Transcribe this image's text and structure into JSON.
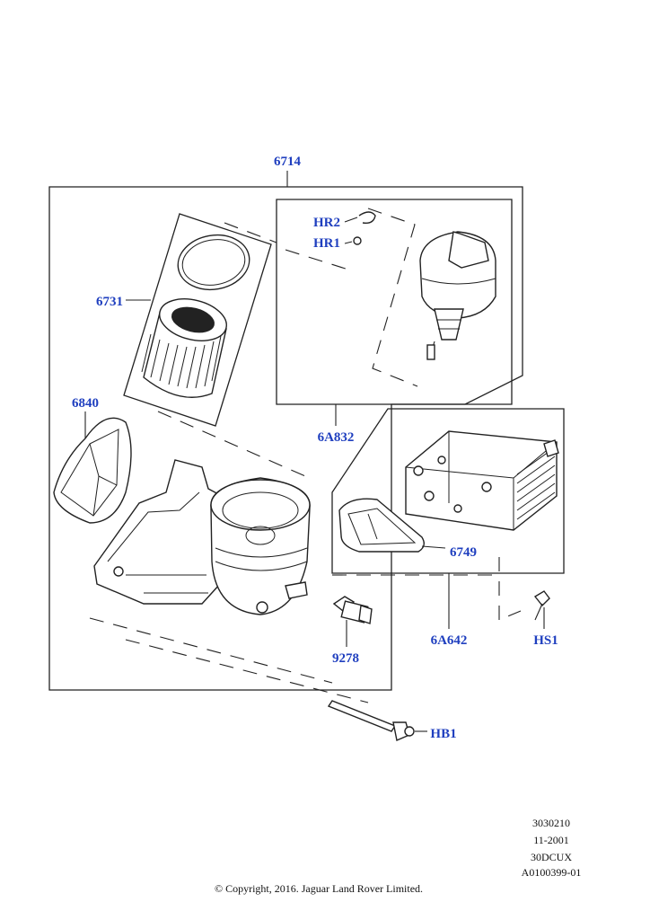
{
  "callouts": {
    "c6714": "6714",
    "c6731": "6731",
    "c6840": "6840",
    "cHR2": "HR2",
    "cHR1": "HR1",
    "c6A832": "6A832",
    "c6749": "6749",
    "c6A642": "6A642",
    "cHS1": "HS1",
    "c9278": "9278",
    "cHB1": "HB1"
  },
  "meta": {
    "line1": "3030210",
    "line2": "11-2001",
    "line3": "30DCUX",
    "line4": "A0100399-01"
  },
  "copyright": "© Copyright, 2016. Jaguar Land Rover Limited."
}
